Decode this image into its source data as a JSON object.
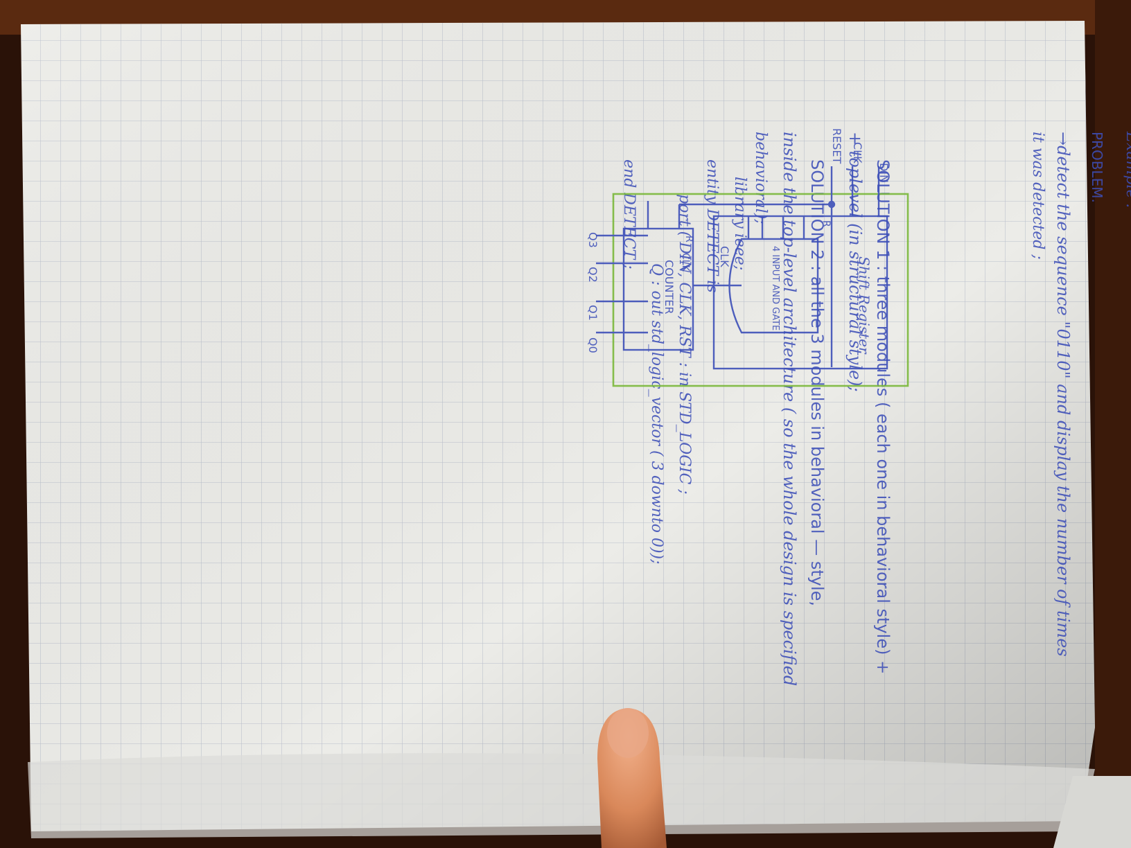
{
  "page": {
    "lines": [
      {
        "id": "l0",
        "text": "Example :"
      },
      {
        "id": "l1",
        "text": "PROBLEM."
      },
      {
        "id": "l2",
        "text": "→detect the sequence \"0110\" and display the number of times"
      },
      {
        "id": "l3",
        "text": "it was detected ;"
      },
      {
        "id": "l4",
        "text": "SOLUTION 1 :  three modules ( each one in behavioral style) +"
      },
      {
        "id": "l5",
        "text": "+ toplevel (in structural style);"
      },
      {
        "id": "l6",
        "text": "SOLUTION 2 :  all the 3  modules in  behavioral — style,"
      },
      {
        "id": "l7",
        "text": "inside the top-level architecture ( so the whole design is specified"
      },
      {
        "id": "l8",
        "text": "behavioral);"
      },
      {
        "id": "l9",
        "text": "library  ieee;"
      },
      {
        "id": "l10",
        "text": "entity   DETECT is"
      },
      {
        "id": "l11",
        "text": "port ( DIN, CLK, RST : in  STD_LOGIC ;"
      },
      {
        "id": "l12",
        "text": "Q : out  std_logic_vector ( 3 downto 0));"
      },
      {
        "id": "l13",
        "text": "end DETECT ;"
      }
    ]
  },
  "diagram": {
    "din": "DIN",
    "clk": "CLK",
    "reset": "RESET",
    "shift_register": "Shift Register",
    "r1": "R",
    "and_gate": "4 INPUT  AND GATE",
    "clk2": "CLK",
    "counter": "COUNTER",
    "r2": "R",
    "counter_clk": "CLK",
    "q3": "Q3",
    "q2": "Q2",
    "q1": "Q1",
    "q0": "Q0"
  },
  "colors": {
    "ink": "#3d4fb8",
    "frame": "#7ab83a",
    "paper": "#ecece8",
    "grid": "#b9bfcc",
    "carpet": "#2a1208",
    "finger": "#d9885a"
  }
}
